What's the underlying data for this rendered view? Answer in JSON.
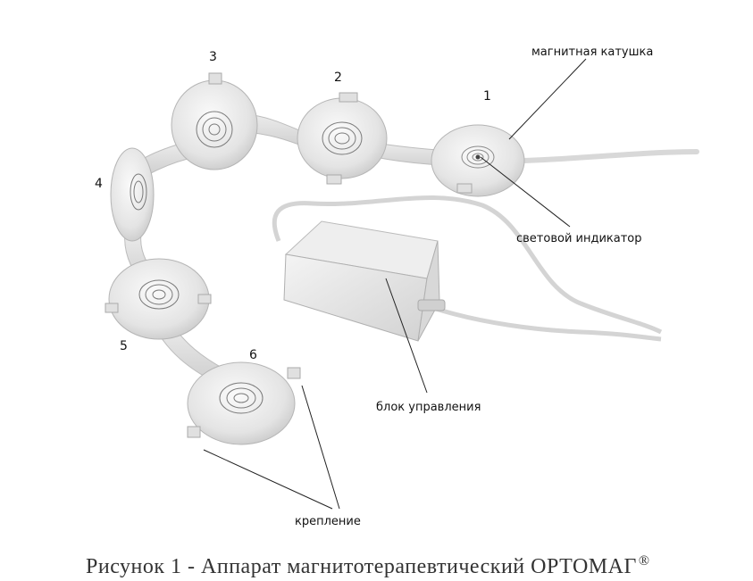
{
  "labels": {
    "magnetic_coil": "магнитная катушка",
    "light_indicator": "световой индикатор",
    "control_unit": "блок управления",
    "mount": "крепление"
  },
  "numbers": [
    "1",
    "2",
    "3",
    "4",
    "5",
    "6"
  ],
  "caption": {
    "text": "Рисунок 1 - Аппарат магнитотерапевтический ОРТОМАГ",
    "mark": "®"
  }
}
